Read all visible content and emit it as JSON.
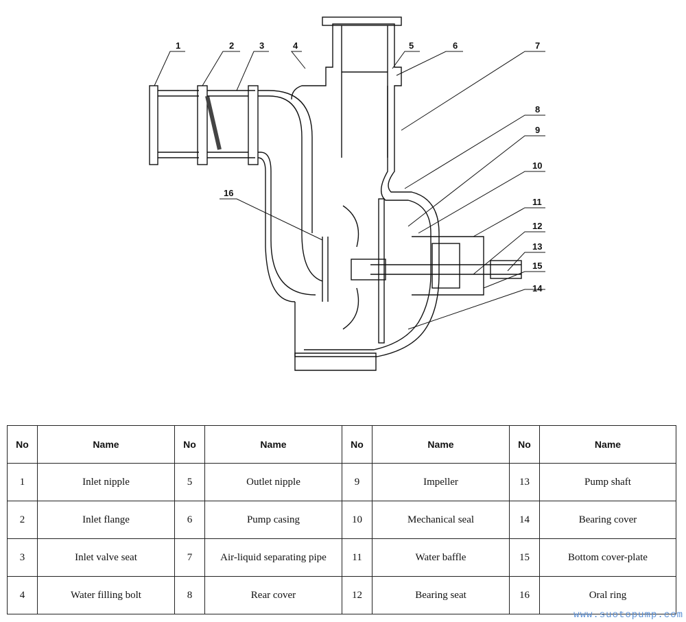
{
  "callouts": [
    "1",
    "2",
    "3",
    "4",
    "5",
    "6",
    "7",
    "8",
    "9",
    "10",
    "11",
    "12",
    "13",
    "15",
    "14",
    "16"
  ],
  "table": {
    "headers": [
      {
        "no": "No",
        "name": "Name"
      },
      {
        "no": "No",
        "name": "Name"
      },
      {
        "no": "No",
        "name": "Name"
      },
      {
        "no": "No",
        "name": "Name"
      }
    ],
    "rows": [
      [
        {
          "no": "1",
          "name": "Inlet nipple"
        },
        {
          "no": "5",
          "name": "Outlet nipple"
        },
        {
          "no": "9",
          "name": "Impeller"
        },
        {
          "no": "13",
          "name": "Pump shaft"
        }
      ],
      [
        {
          "no": "2",
          "name": "Inlet flange"
        },
        {
          "no": "6",
          "name": "Pump casing"
        },
        {
          "no": "10",
          "name": "Mechanical seal"
        },
        {
          "no": "14",
          "name": "Bearing cover"
        }
      ],
      [
        {
          "no": "3",
          "name": "Inlet valve seat"
        },
        {
          "no": "7",
          "name": "Air-liquid separating pipe"
        },
        {
          "no": "11",
          "name": "Water baffle"
        },
        {
          "no": "15",
          "name": "Bottom cover-plate"
        }
      ],
      [
        {
          "no": "4",
          "name": "Water filling bolt"
        },
        {
          "no": "8",
          "name": "Rear cover"
        },
        {
          "no": "12",
          "name": "Bearing seat"
        },
        {
          "no": "16",
          "name": "Oral ring"
        }
      ]
    ]
  },
  "watermark": "www.suotopump.com"
}
